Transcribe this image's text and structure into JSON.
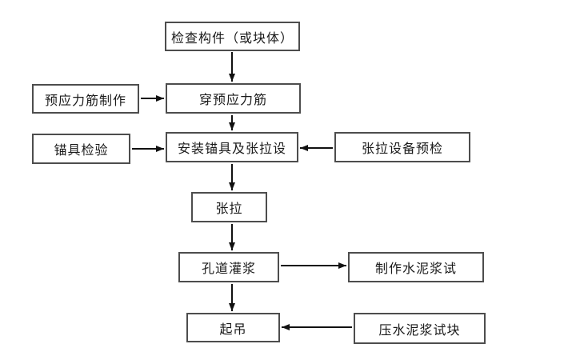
{
  "diagram": {
    "type": "flowchart",
    "background": "#ffffff",
    "box_border_color": "#4d4d4d",
    "arrow_color": "#111111",
    "text_color": "#1a1a1a",
    "nodes": [
      {
        "id": "check-component",
        "label": "检查构件（或块体）"
      },
      {
        "id": "tendon-fabrication",
        "label": "预应力筋制作"
      },
      {
        "id": "thread-tendon",
        "label": "穿预应力筋"
      },
      {
        "id": "anchorage-inspection",
        "label": "锚具检验"
      },
      {
        "id": "install-anchorage",
        "label": "安装锚具及张拉设"
      },
      {
        "id": "equipment-precheck",
        "label": "张拉设备预检"
      },
      {
        "id": "tensioning",
        "label": "张拉"
      },
      {
        "id": "duct-grouting",
        "label": "孔道灌浆"
      },
      {
        "id": "cement-test-making",
        "label": "制作水泥浆试"
      },
      {
        "id": "lifting",
        "label": "起吊"
      },
      {
        "id": "cement-block-pressing",
        "label": "压水泥浆试块"
      }
    ],
    "edges": [
      {
        "from": "check-component",
        "to": "thread-tendon"
      },
      {
        "from": "tendon-fabrication",
        "to": "thread-tendon"
      },
      {
        "from": "thread-tendon",
        "to": "install-anchorage"
      },
      {
        "from": "anchorage-inspection",
        "to": "install-anchorage"
      },
      {
        "from": "equipment-precheck",
        "to": "install-anchorage"
      },
      {
        "from": "install-anchorage",
        "to": "tensioning"
      },
      {
        "from": "tensioning",
        "to": "duct-grouting"
      },
      {
        "from": "duct-grouting",
        "to": "cement-test-making"
      },
      {
        "from": "duct-grouting",
        "to": "lifting"
      },
      {
        "from": "cement-block-pressing",
        "to": "lifting"
      }
    ]
  }
}
